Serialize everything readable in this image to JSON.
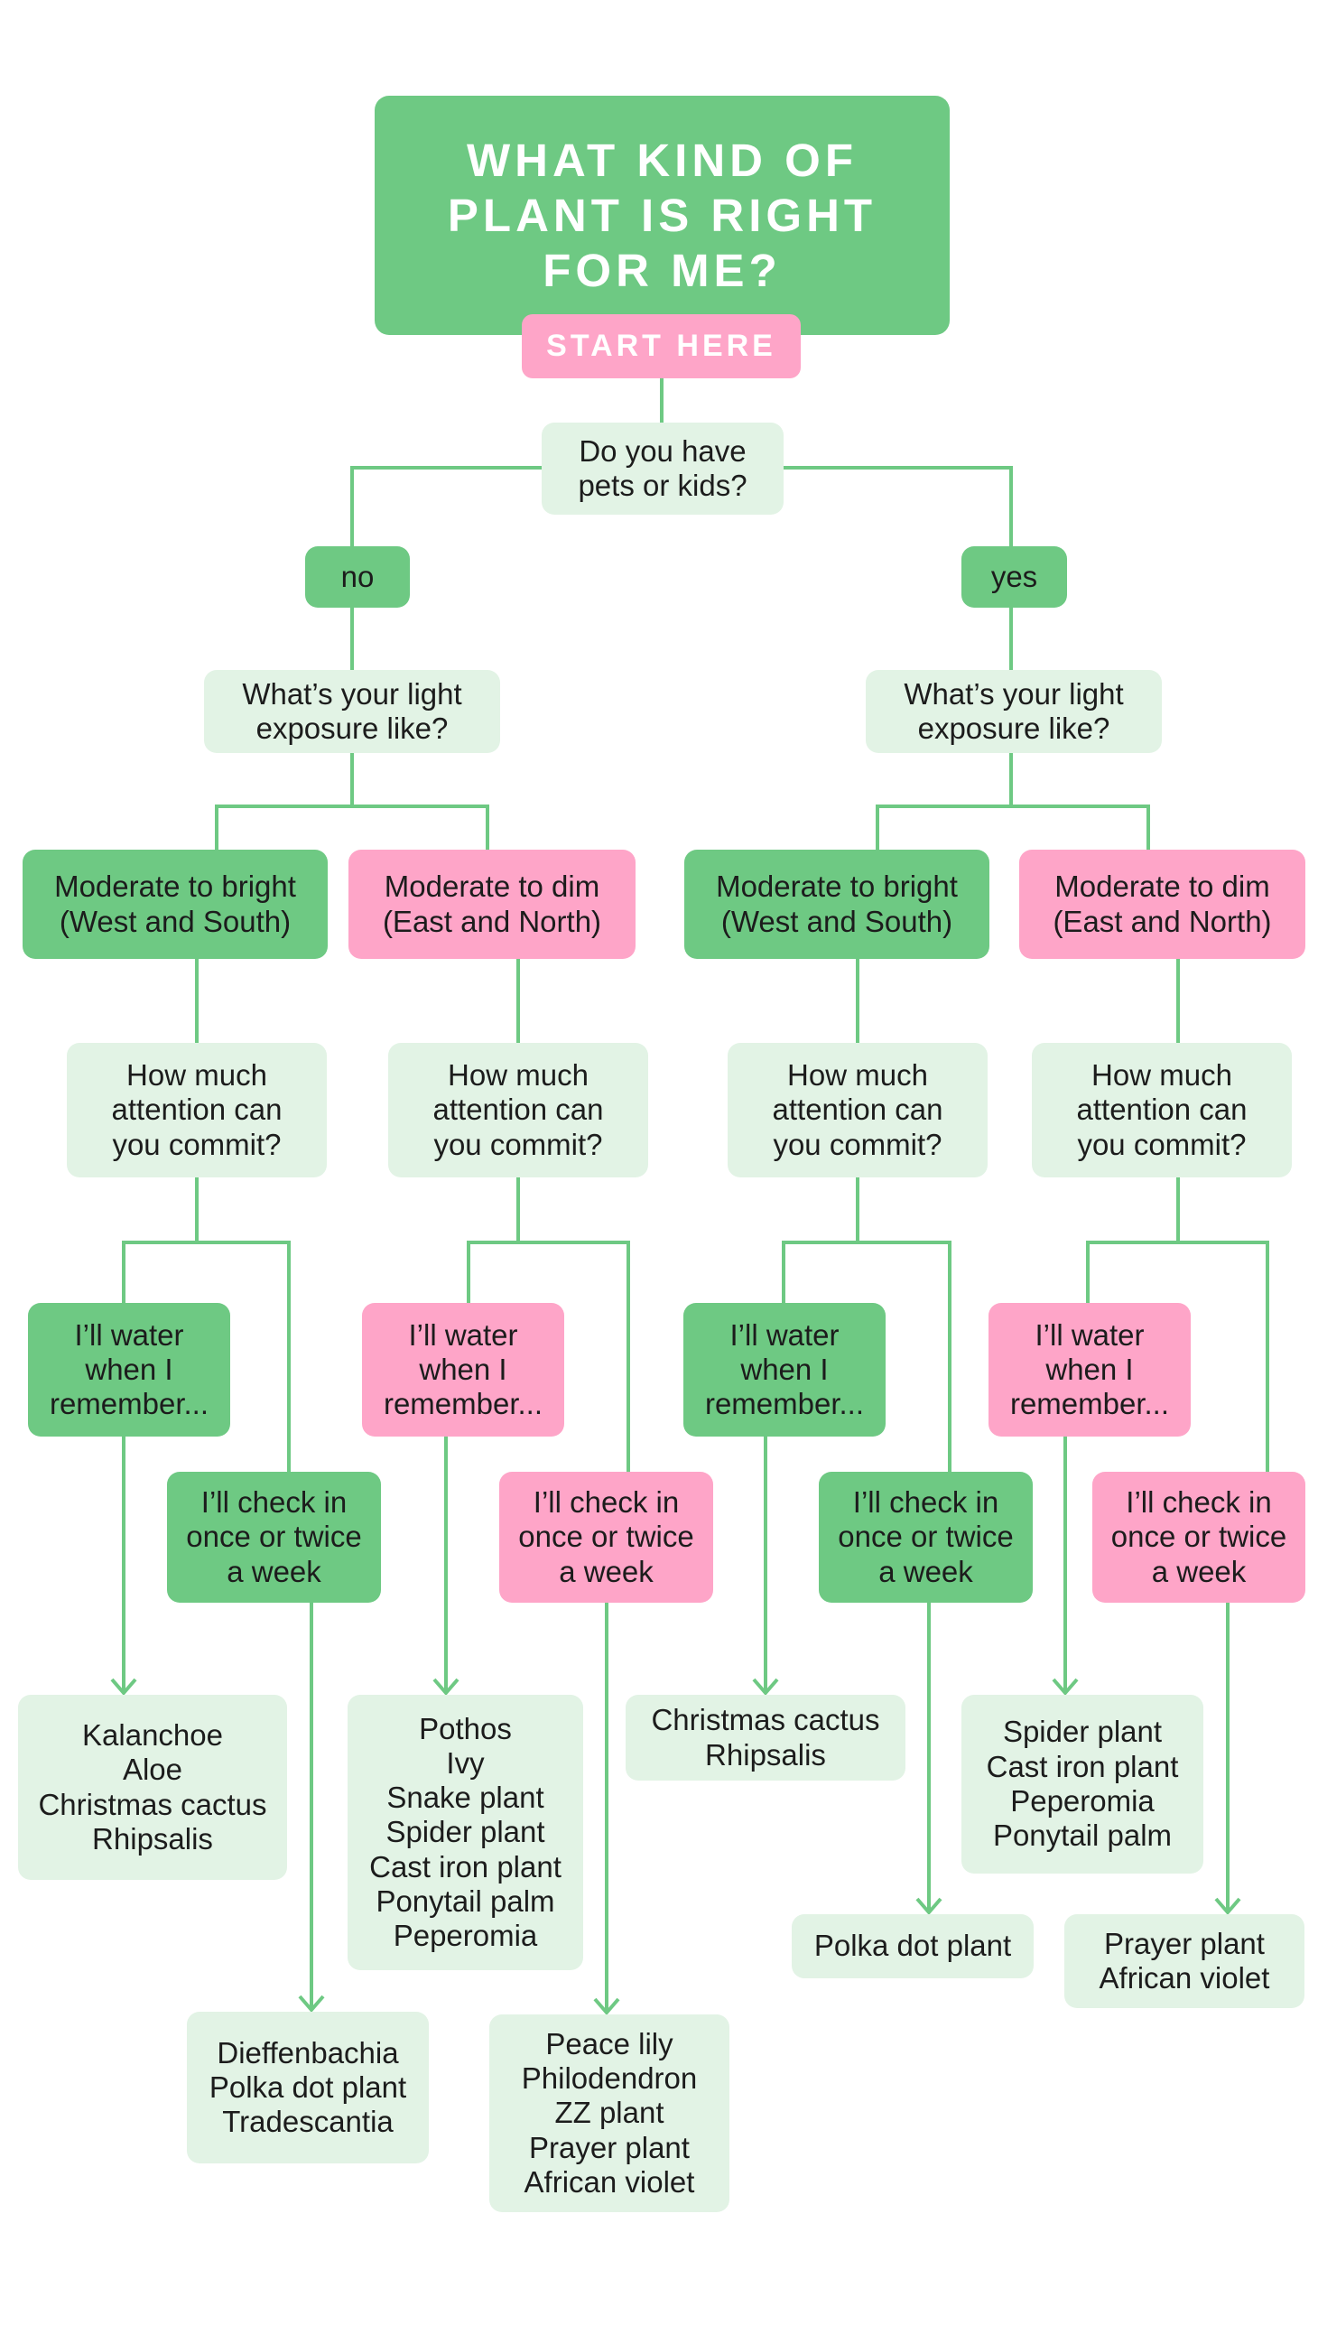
{
  "colors": {
    "green": "#6ec983",
    "pink": "#fea5c8",
    "pale": "#e2f3e5",
    "line": "#6ec983"
  },
  "title": "WHAT KIND OF\nPLANT IS RIGHT\nFOR ME?",
  "start_label": "START HERE",
  "root_question": "Do you have\npets or kids?",
  "no_label": "no",
  "yes_label": "yes",
  "light_question_no": "What’s your light\nexposure like?",
  "light_question_yes": "What’s your light\nexposure like?",
  "light": {
    "no_bright": "Moderate to bright\n(West and South)",
    "no_dim": "Moderate to dim\n(East and North)",
    "yes_bright": "Moderate to bright\n(West and South)",
    "yes_dim": "Moderate to dim\n(East and North)"
  },
  "attention": {
    "no_bright": "How much\nattention can\nyou commit?",
    "no_dim": "How much\nattention can\nyou commit?",
    "yes_bright": "How much\nattention can\nyou commit?",
    "yes_dim": "How much\nattention can\nyou commit?"
  },
  "water": {
    "no_bright": "I’ll water\nwhen I\nremember...",
    "no_dim": "I’ll water\nwhen I\nremember...",
    "yes_bright": "I’ll water\nwhen I\nremember...",
    "yes_dim": "I’ll water\nwhen I\nremember..."
  },
  "check": {
    "no_bright": "I’ll check in\nonce or twice\na week",
    "no_dim": "I’ll check in\nonce or twice\na week",
    "yes_bright": "I’ll check in\nonce or twice\na week",
    "yes_dim": "I’ll check in\nonce or twice\na week"
  },
  "results": {
    "no_bright_water": "Kalanchoe\nAloe\nChristmas cactus\nRhipsalis",
    "no_bright_check": "Dieffenbachia\nPolka dot plant\nTradescantia",
    "no_dim_water": "Pothos\nIvy\nSnake plant\nSpider plant\nCast iron plant\nPonytail palm\nPeperomia",
    "no_dim_check": "Peace lily\nPhilodendron\nZZ plant\nPrayer plant\nAfrican violet",
    "yes_bright_water": "Christmas cactus\nRhipsalis",
    "yes_bright_check": "Polka dot plant",
    "yes_dim_water": "Spider plant\nCast iron plant\nPeperomia\nPonytail palm",
    "yes_dim_check": "Prayer plant\nAfrican violet"
  }
}
